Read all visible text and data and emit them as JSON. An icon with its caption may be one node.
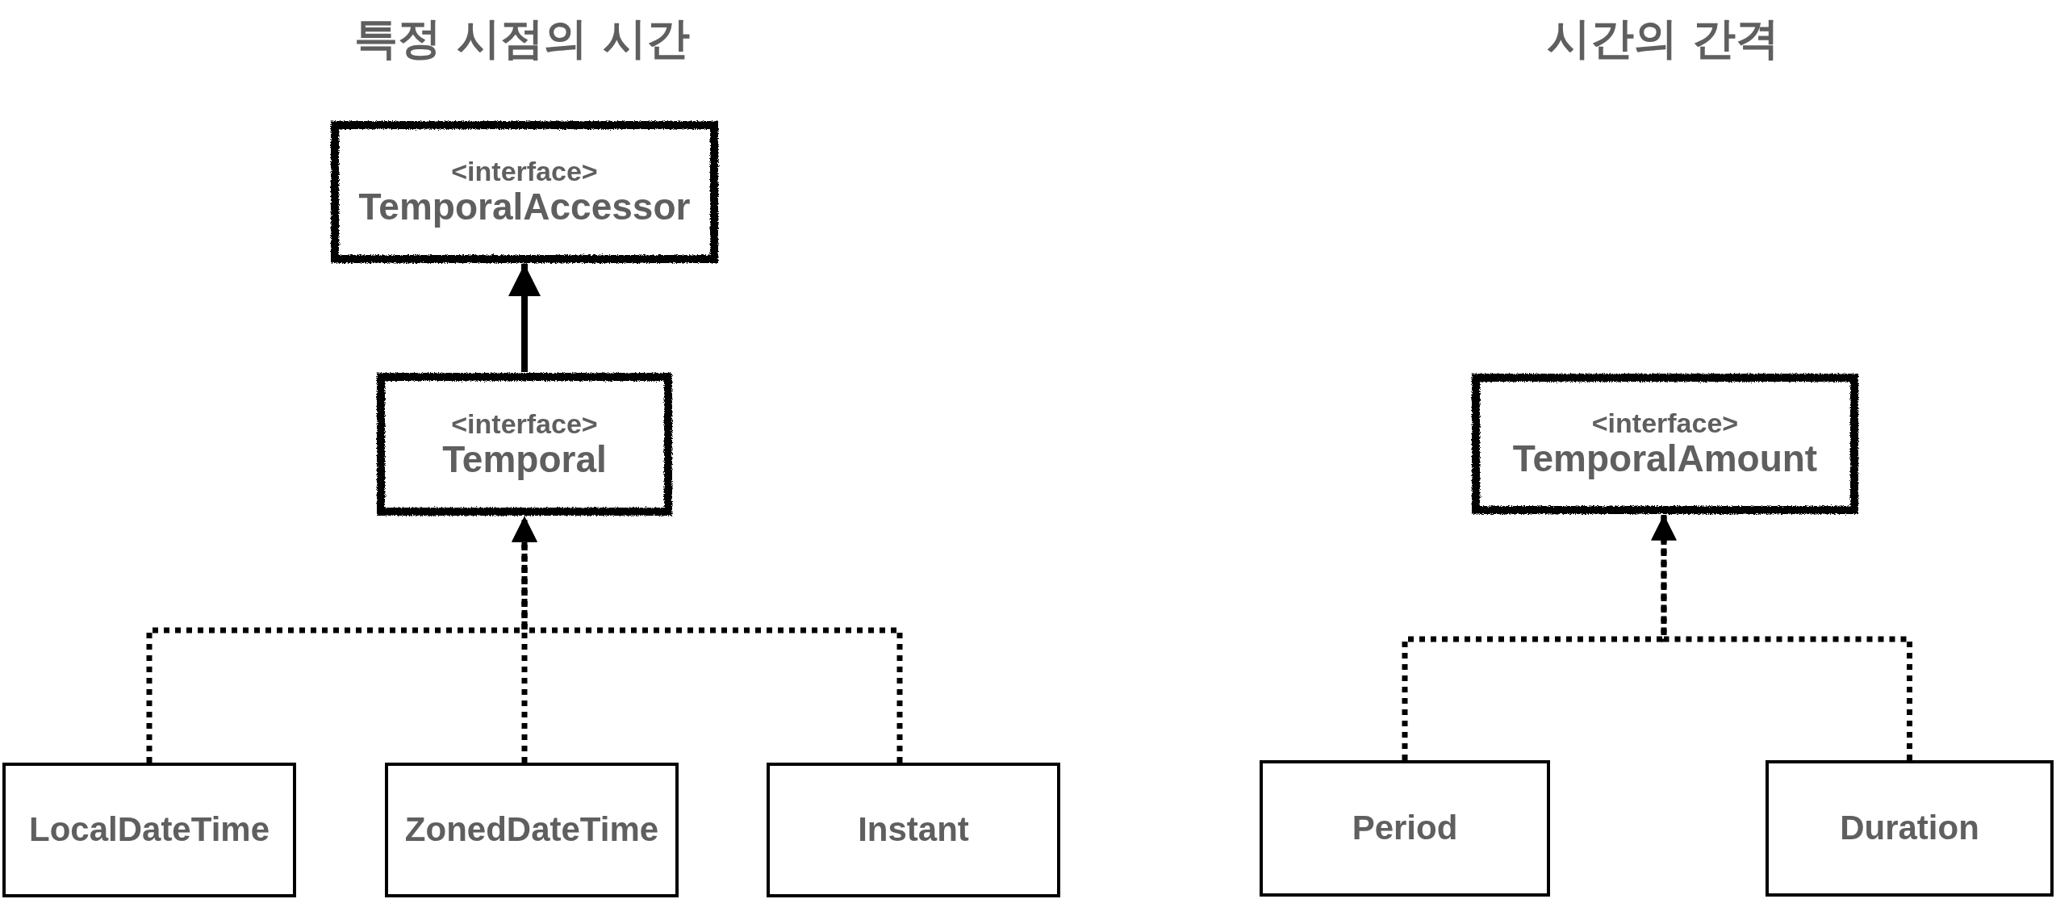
{
  "diagram": {
    "nodes": [
      {
        "text": [
          "<interface>",
          "TemporalAccessor"
        ]
      },
      {
        "text": [
          "<interface>",
          "Temporal"
        ]
      },
      {
        "text": [
          "LocalDateTime"
        ]
      },
      {
        "text": [
          "ZonedDateTime"
        ]
      },
      {
        "text": [
          "Instant"
        ]
      },
      {
        "text": [
          "<interface>",
          "TemporalAmount"
        ]
      },
      {
        "text": [
          "Period"
        ]
      },
      {
        "text": [
          "Duration"
        ]
      }
    ],
    "edges": [
      {
        "from": 1,
        "to": 0,
        "arrow": "to"
      },
      {
        "from": 2,
        "to": 1,
        "arrow": "to",
        "style": "dashed"
      },
      {
        "from": 3,
        "to": 1,
        "arrow": "to",
        "style": "dashed"
      },
      {
        "from": 4,
        "to": 1,
        "arrow": "to",
        "style": "dashed"
      },
      {
        "from": 6,
        "to": 5,
        "arrow": "to",
        "style": "dashed"
      },
      {
        "from": 7,
        "to": 5,
        "arrow": "to",
        "style": "dashed"
      }
    ],
    "labels": [
      "특정 시점의 시간",
      "시간의 간격"
    ]
  }
}
